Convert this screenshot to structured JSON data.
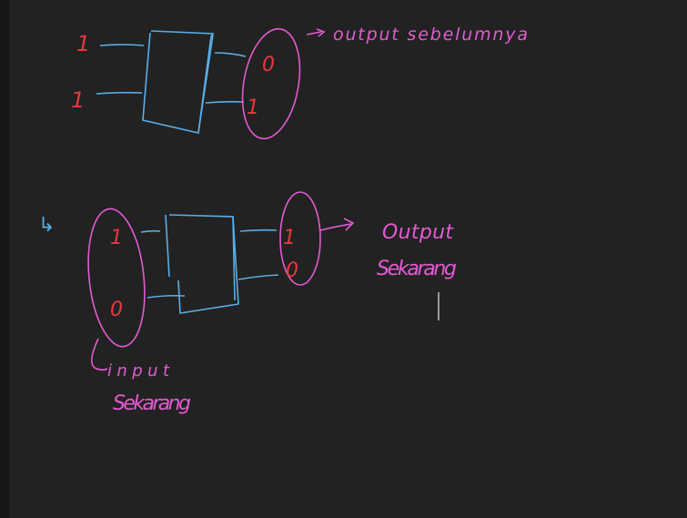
{
  "colors": {
    "background": "#222222",
    "gutter": "#171717",
    "red_ink": "#e8383f",
    "blue_ink": "#5aaee6",
    "pink_ink": "#e35bd2",
    "cursor": "#9a9a9a"
  },
  "top_diagram": {
    "inputs": [
      "1",
      "1"
    ],
    "outputs": [
      "0",
      "1"
    ],
    "output_label": "output sebelumnya"
  },
  "bottom_diagram": {
    "bullet": "↳",
    "inputs": [
      "1",
      "0"
    ],
    "outputs": [
      "1",
      "0"
    ],
    "input_label_line1": "input",
    "input_label_line2": "Sekarang",
    "output_label_line1": "Output",
    "output_label_line2": "Sekarang"
  }
}
